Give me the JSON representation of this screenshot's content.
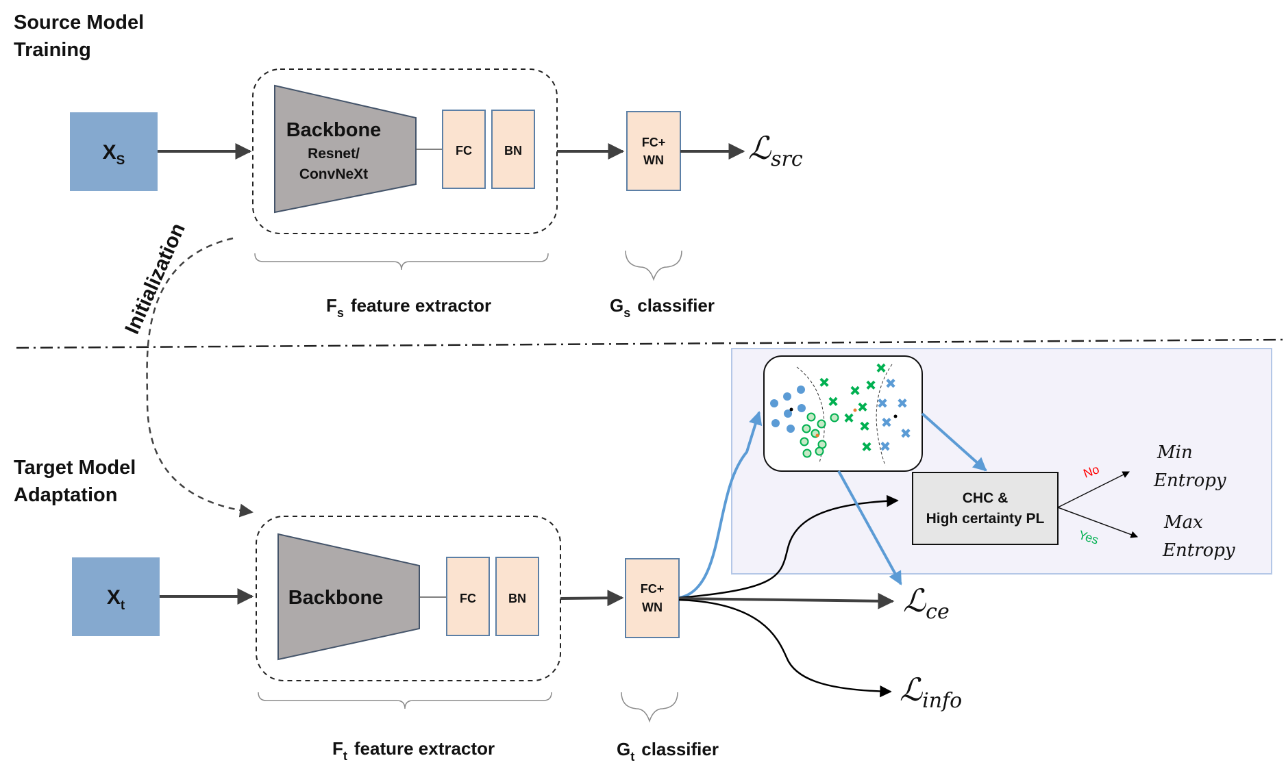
{
  "source_section": {
    "line1": "Source Model",
    "line2": "Training"
  },
  "target_section": {
    "line1": "Target Model",
    "line2": "Adaptation"
  },
  "source": {
    "input": {
      "main": "X",
      "sub": "S"
    },
    "backbone": {
      "title": "Backbone",
      "subtitle1": "Resnet/",
      "subtitle2": "ConvNeXt"
    },
    "fc": "FC",
    "bn": "BN",
    "head": {
      "line1": "FC+",
      "line2": "WN"
    },
    "loss": {
      "symbol": "ℒ",
      "sub": "src"
    },
    "extractor_caption": {
      "main": "F",
      "sub": "s",
      "rest": "feature extractor"
    },
    "classifier_caption": {
      "main": "G",
      "sub": "s",
      "rest": "classifier"
    }
  },
  "target": {
    "input": {
      "main": "X",
      "sub": "t"
    },
    "backbone": {
      "title": "Backbone"
    },
    "fc": "FC",
    "bn": "BN",
    "head": {
      "line1": "FC+",
      "line2": "WN"
    },
    "loss_ce": {
      "symbol": "ℒ",
      "sub": "ce"
    },
    "loss_info": {
      "symbol": "ℒ",
      "sub": "info"
    },
    "extractor_caption": {
      "main": "F",
      "sub": "t",
      "rest": "feature extractor"
    },
    "classifier_caption": {
      "main": "G",
      "sub": "t",
      "rest": "classifier"
    }
  },
  "initialization_label": "Initialization",
  "chc_box": {
    "line1": "CHC &",
    "line2": "High certainty PL"
  },
  "decision": {
    "no_label": "No",
    "yes_label": "Yes",
    "min_entropy": {
      "line1": "Min",
      "line2": "Entropy"
    },
    "max_entropy": {
      "line1": "Max",
      "line2": "Entropy"
    }
  },
  "colors": {
    "input_box": "#85a9cf",
    "layer_box": "#fbe3d0",
    "layer_border": "#5b7fa6",
    "backbone_fill": "#aeaaaa",
    "backbone_border": "#44546a",
    "panel_fill": "#f3f2fa",
    "panel_border": "#b4c7e7",
    "blue_arrow": "#5b9bd5",
    "chc_fill": "#e6e6e6",
    "no_color": "#ff0000",
    "yes_color": "#00b050",
    "class_blue": "#5b9bd5",
    "class_green": "#00b050"
  }
}
